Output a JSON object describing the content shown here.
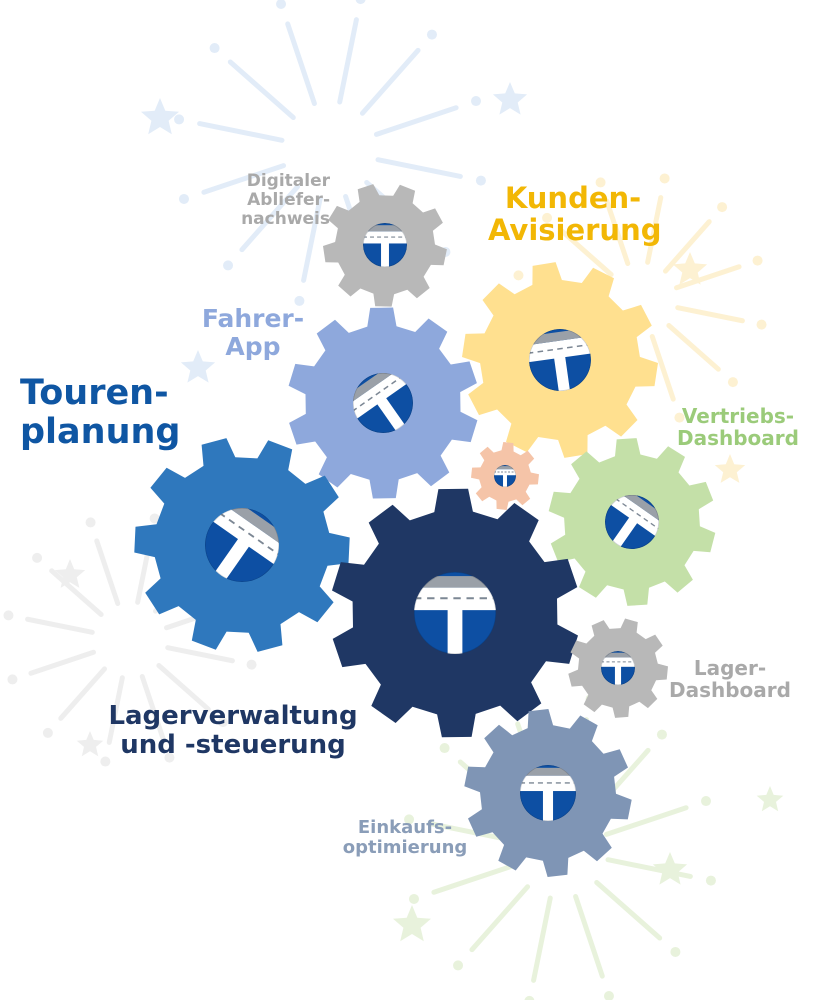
{
  "labels": {
    "digitaler_abliefernachweis": [
      "Digitaler",
      "Abliefer-",
      "nachweis"
    ],
    "kunden_avisierung": [
      "Kunden-",
      "Avisierung"
    ],
    "fahrer_app": [
      "Fahrer-",
      "App"
    ],
    "tourenplanung": [
      "Touren-",
      "planung"
    ],
    "vertriebs_dashboard": [
      "Vertriebs-",
      "Dashboard"
    ],
    "lagerverwaltung": [
      "Lagerverwaltung",
      "und -steuerung"
    ],
    "lager_dashboard": [
      "Lager-",
      "Dashboard"
    ],
    "einkaufsoptimierung": [
      "Einkaufs-",
      "optimierung"
    ]
  },
  "colors": {
    "tourenplanung": "#2f78bd",
    "lagerverwaltung": "#1f3764",
    "fahrer_app": "#8ea8dc",
    "kunden_avisierung": "#ffe08f",
    "vertriebs_dashboard": "#c4e0a8",
    "digitaler_abliefernachweis": "#b8b8b8",
    "lager_dashboard": "#b8b8b8",
    "einkaufsoptimierung": "#7f95b5",
    "small_center_gear": "#f5c4a8",
    "logo_blue": "#0d4fa3",
    "firework_blue": "#e2ecf8",
    "firework_yellow": "#fdf1d2",
    "firework_green": "#e8f2dc",
    "firework_gray": "#eeeeee"
  },
  "icons": [
    "gear-icon",
    "truck-logo-icon",
    "firework-icon",
    "star-icon"
  ]
}
